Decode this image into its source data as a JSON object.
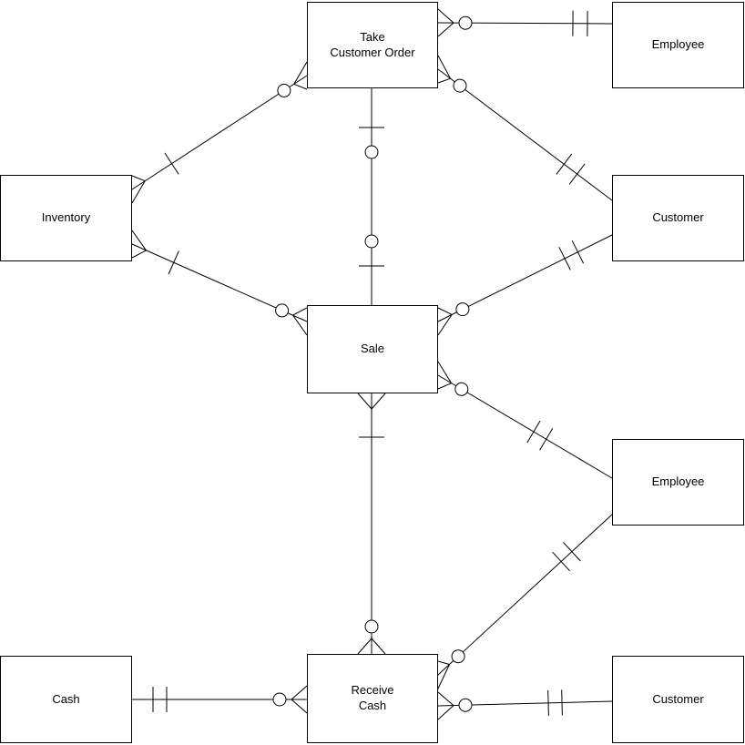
{
  "diagram": {
    "notation": "crows-foot",
    "entities": [
      {
        "id": "take-customer-order",
        "label": "Take\nCustomer Order"
      },
      {
        "id": "employee-top",
        "label": "Employee"
      },
      {
        "id": "inventory",
        "label": "Inventory"
      },
      {
        "id": "customer-top",
        "label": "Customer"
      },
      {
        "id": "sale",
        "label": "Sale"
      },
      {
        "id": "employee-bottom",
        "label": "Employee"
      },
      {
        "id": "cash",
        "label": "Cash"
      },
      {
        "id": "receive-cash",
        "label": "Receive\nCash"
      },
      {
        "id": "customer-bottom",
        "label": "Customer"
      }
    ],
    "relationships": [
      {
        "from": "take-customer-order",
        "to": "employee-top",
        "from_card": "zero-or-many",
        "to_card": "exactly-one"
      },
      {
        "from": "take-customer-order",
        "to": "inventory",
        "from_card": "zero-or-many",
        "to_card": "one-or-many"
      },
      {
        "from": "take-customer-order",
        "to": "customer-top",
        "from_card": "zero-or-many",
        "to_card": "exactly-one"
      },
      {
        "from": "take-customer-order",
        "to": "sale",
        "from_card": "zero-or-one",
        "to_card": "zero-or-one"
      },
      {
        "from": "sale",
        "to": "inventory",
        "from_card": "zero-or-many",
        "to_card": "one-or-many"
      },
      {
        "from": "sale",
        "to": "customer-top",
        "from_card": "zero-or-many",
        "to_card": "exactly-one"
      },
      {
        "from": "sale",
        "to": "employee-bottom",
        "from_card": "zero-or-many",
        "to_card": "exactly-one"
      },
      {
        "from": "sale",
        "to": "receive-cash",
        "from_card": "one-or-many",
        "to_card": "zero-or-many"
      },
      {
        "from": "receive-cash",
        "to": "cash",
        "from_card": "zero-or-many",
        "to_card": "exactly-one"
      },
      {
        "from": "receive-cash",
        "to": "employee-bottom",
        "from_card": "zero-or-many",
        "to_card": "exactly-one"
      },
      {
        "from": "receive-cash",
        "to": "customer-bottom",
        "from_card": "zero-or-many",
        "to_card": "exactly-one"
      }
    ]
  }
}
